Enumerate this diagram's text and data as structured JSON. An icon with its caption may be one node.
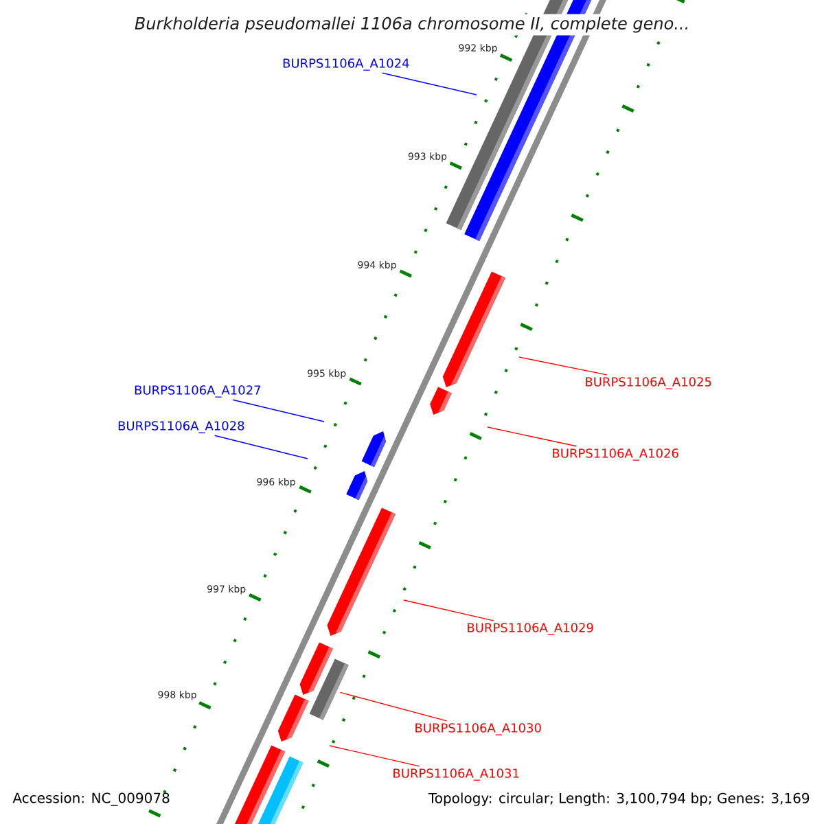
{
  "diagram": {
    "title": "Burkholderia pseudomallei 1106a chromosome II, complete geno...",
    "nodes": [
      {
        "text": [
          "BURPS1106A_A1024"
        ]
      },
      {
        "text": [
          "BURPS1106A_A1025"
        ]
      },
      {
        "text": [
          "BURPS1106A_A1026"
        ]
      },
      {
        "text": [
          "BURPS1106A_A1027"
        ]
      },
      {
        "text": [
          "BURPS1106A_A1028"
        ]
      },
      {
        "text": [
          "BURPS1106A_A1029"
        ]
      },
      {
        "text": [
          "BURPS1106A_A1030"
        ]
      },
      {
        "text": [
          "BURPS1106A_A1031"
        ]
      },
      {
        "text": [],
        "shape": "bar"
      }
    ],
    "edges": [
      {
        "from": 0,
        "to": null,
        "arrow": "none",
        "color": "#0000ff"
      },
      {
        "from": 1,
        "to": null,
        "arrow": "none"
      },
      {
        "from": 2,
        "to": null,
        "arrow": "none"
      },
      {
        "from": 3,
        "to": null,
        "arrow": "none",
        "color": "#0000ff"
      },
      {
        "from": 4,
        "to": null,
        "arrow": "none",
        "color": "#0000ff"
      },
      {
        "from": 5,
        "to": null,
        "arrow": "none"
      },
      {
        "from": 6,
        "to": 8,
        "arrow": "none"
      },
      {
        "from": 7,
        "to": null,
        "arrow": "none"
      }
    ],
    "labels": [
      "992 kbp",
      "993 kbp",
      "994 kbp",
      "995 kbp",
      "996 kbp",
      "997 kbp",
      "998 kbp",
      "Accession: NC_009078",
      "Topology: circular; Length: 3,100,794 bp; Genes: 3,169"
    ]
  }
}
